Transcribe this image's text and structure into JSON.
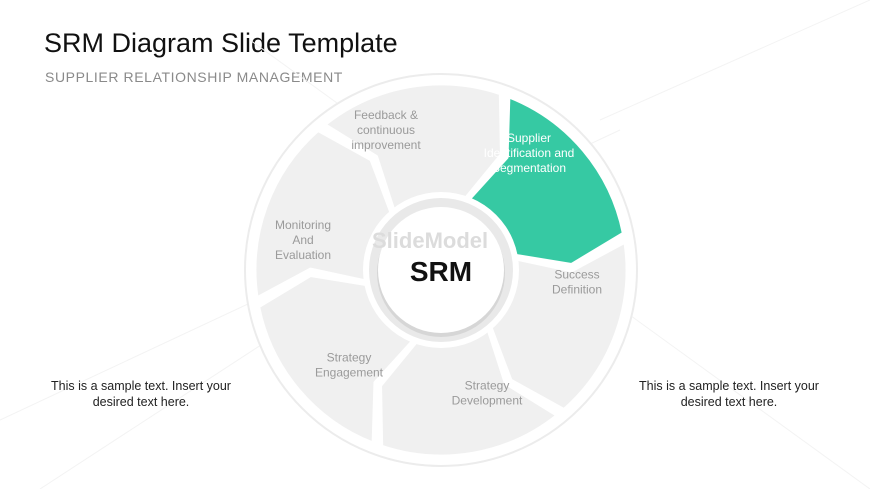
{
  "slide": {
    "title": "SRM Diagram Slide Template",
    "subtitle": "SUPPLIER RELATIONSHIP MANAGEMENT"
  },
  "diagram": {
    "center_label": "SRM",
    "watermark": "SlideModel",
    "active_color": "#36c9a3",
    "segment_color": "#f0f0f0",
    "segments": [
      {
        "lines": [
          "Supplier",
          "Identification and",
          "Segmentation"
        ],
        "active": true
      },
      {
        "lines": [
          "Success",
          "Definition"
        ],
        "active": false
      },
      {
        "lines": [
          "Strategy",
          "Development"
        ],
        "active": false
      },
      {
        "lines": [
          "Strategy",
          "Engagement"
        ],
        "active": false
      },
      {
        "lines": [
          "Monitoring",
          "And",
          "Evaluation"
        ],
        "active": false
      },
      {
        "lines": [
          "Feedback &",
          "continuous",
          "improvement"
        ],
        "active": false
      }
    ]
  },
  "notes": {
    "left": "This is a sample text. Insert your desired text here.",
    "right": "This is a sample text. Insert your desired text here."
  }
}
